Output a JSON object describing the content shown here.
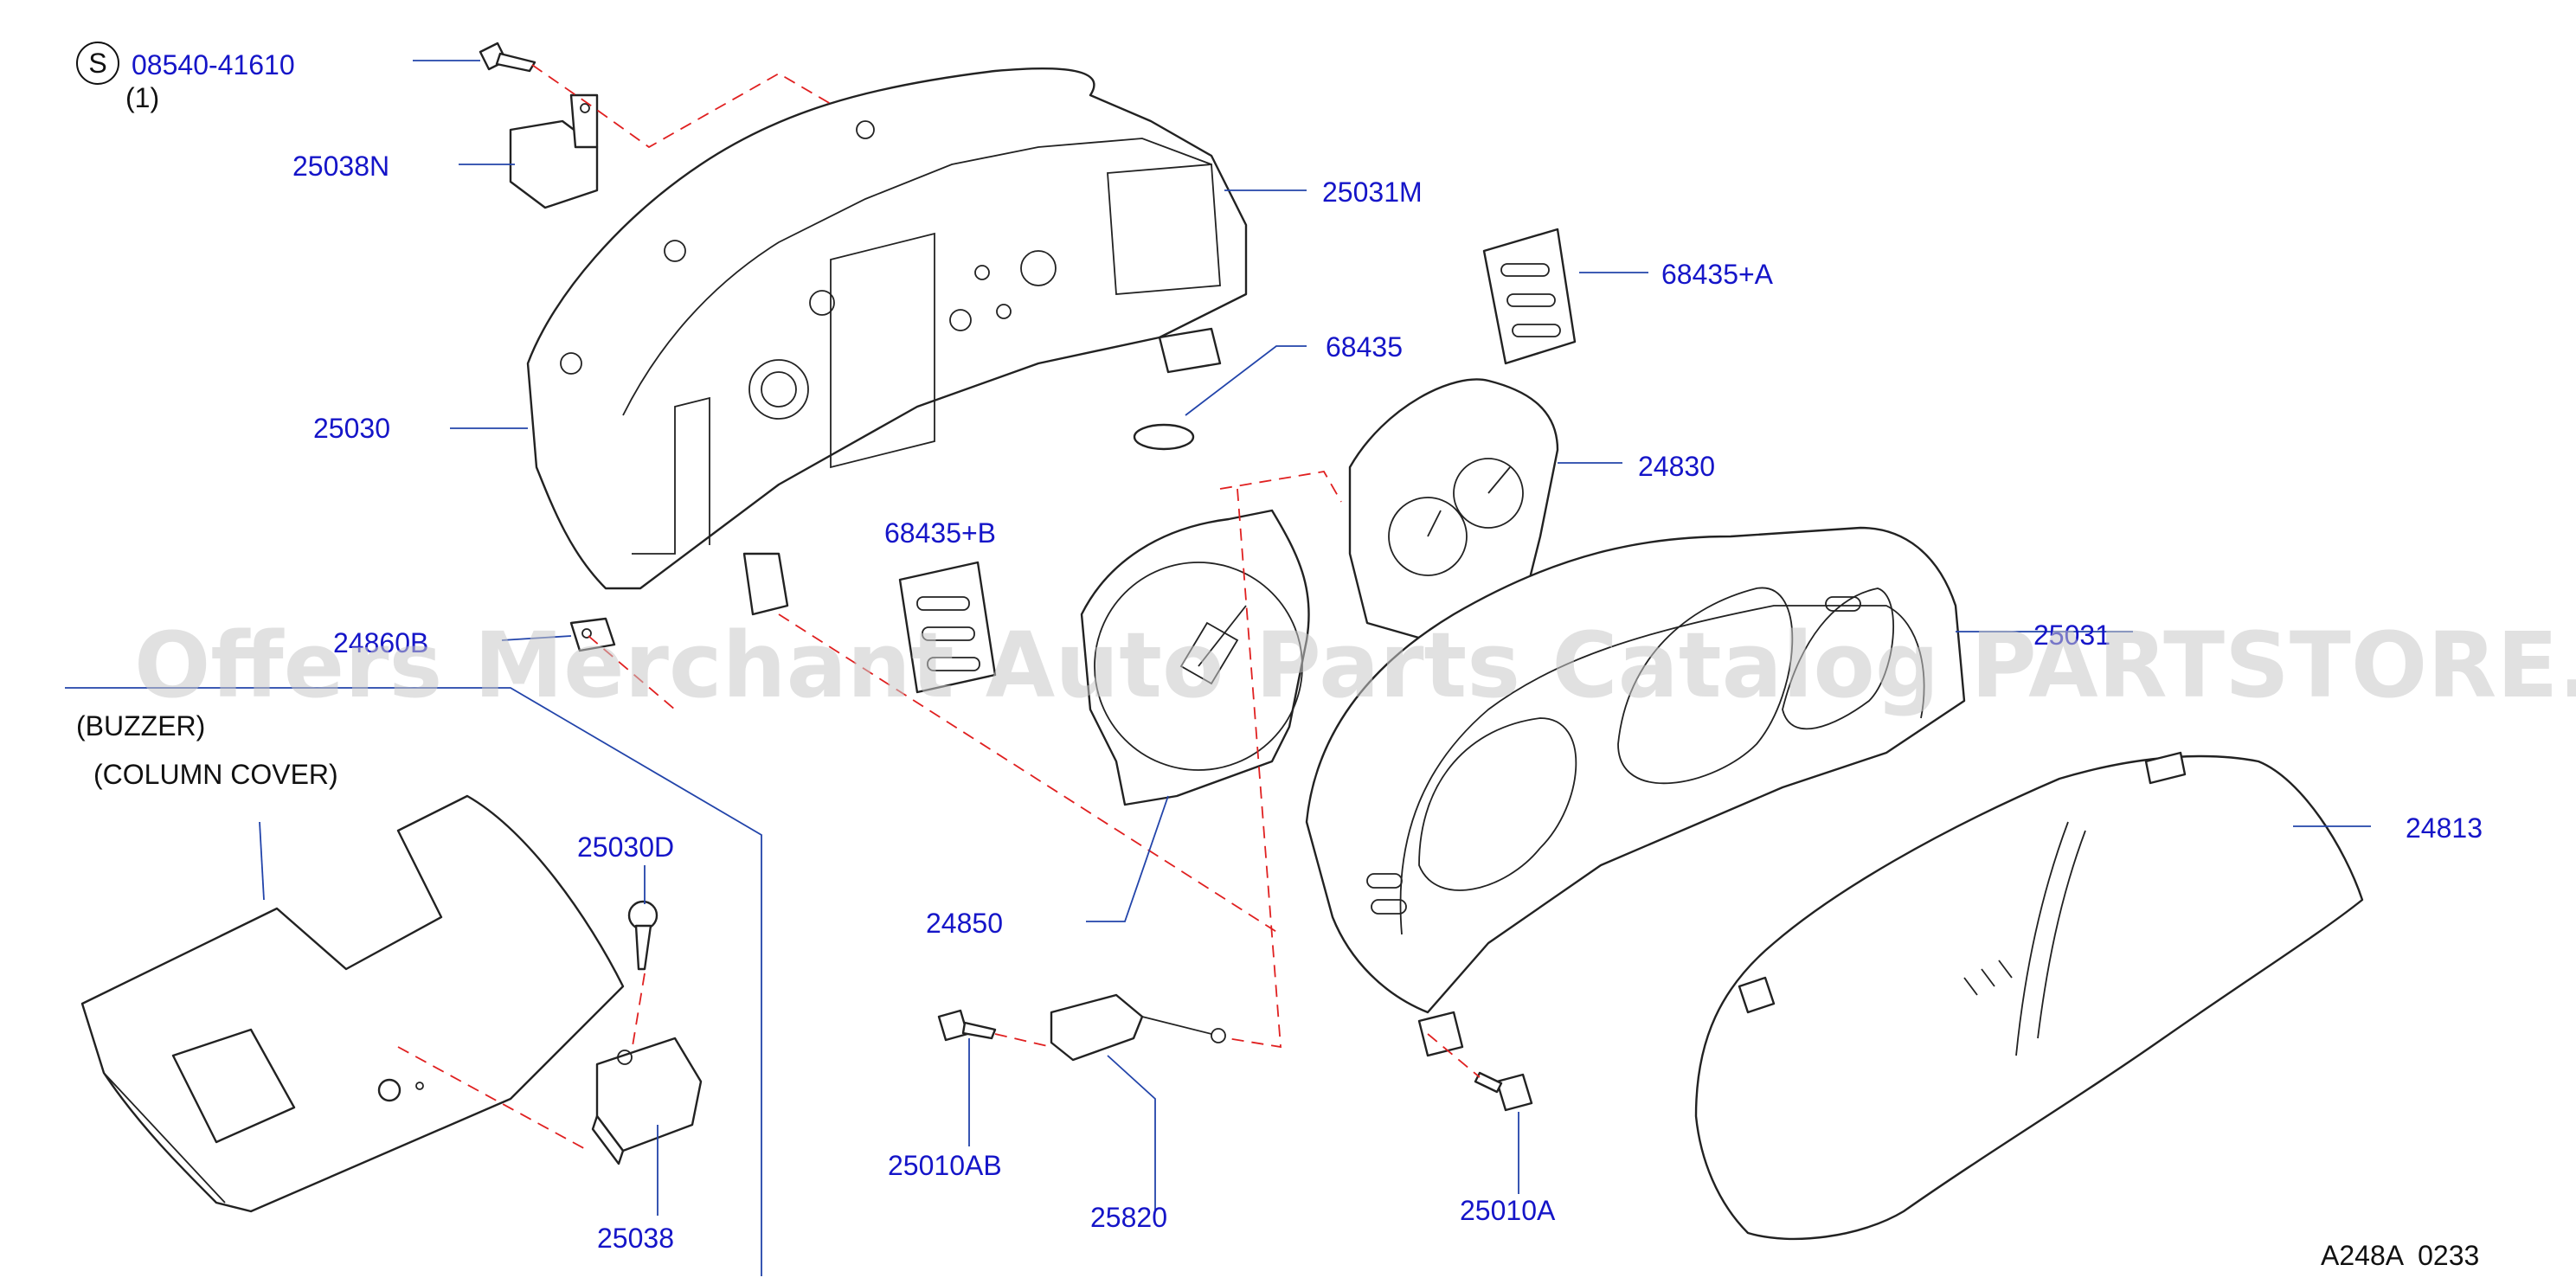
{
  "diagram": {
    "watermark": "Offers Merchant Auto Parts Catalog PARTSTORE.SA",
    "figure_code": "A248A  0233",
    "screw_spec": {
      "symbol": "S",
      "part_number": "08540-41610",
      "quantity": "(1)"
    },
    "notes": {
      "buzzer": "(BUZZER)",
      "column_cover": "(COLUMN   COVER)"
    },
    "callouts": {
      "c25038N": "25038N",
      "c25031M": "25031M",
      "c68435A": "68435+A",
      "c68435": "68435",
      "c25030": "25030",
      "c24830": "24830",
      "c68435B": "68435+B",
      "c24860B": "24860B",
      "c25031": "25031",
      "c24813": "24813",
      "c25030D": "25030D",
      "c24850": "24850",
      "c25010AB": "25010AB",
      "c25820": "25820",
      "c25010A": "25010A",
      "c25038": "25038"
    },
    "colors": {
      "label": "#1515c8",
      "leader": "#2244aa",
      "dashed_connector": "#e02020",
      "outline": "#222222"
    }
  }
}
